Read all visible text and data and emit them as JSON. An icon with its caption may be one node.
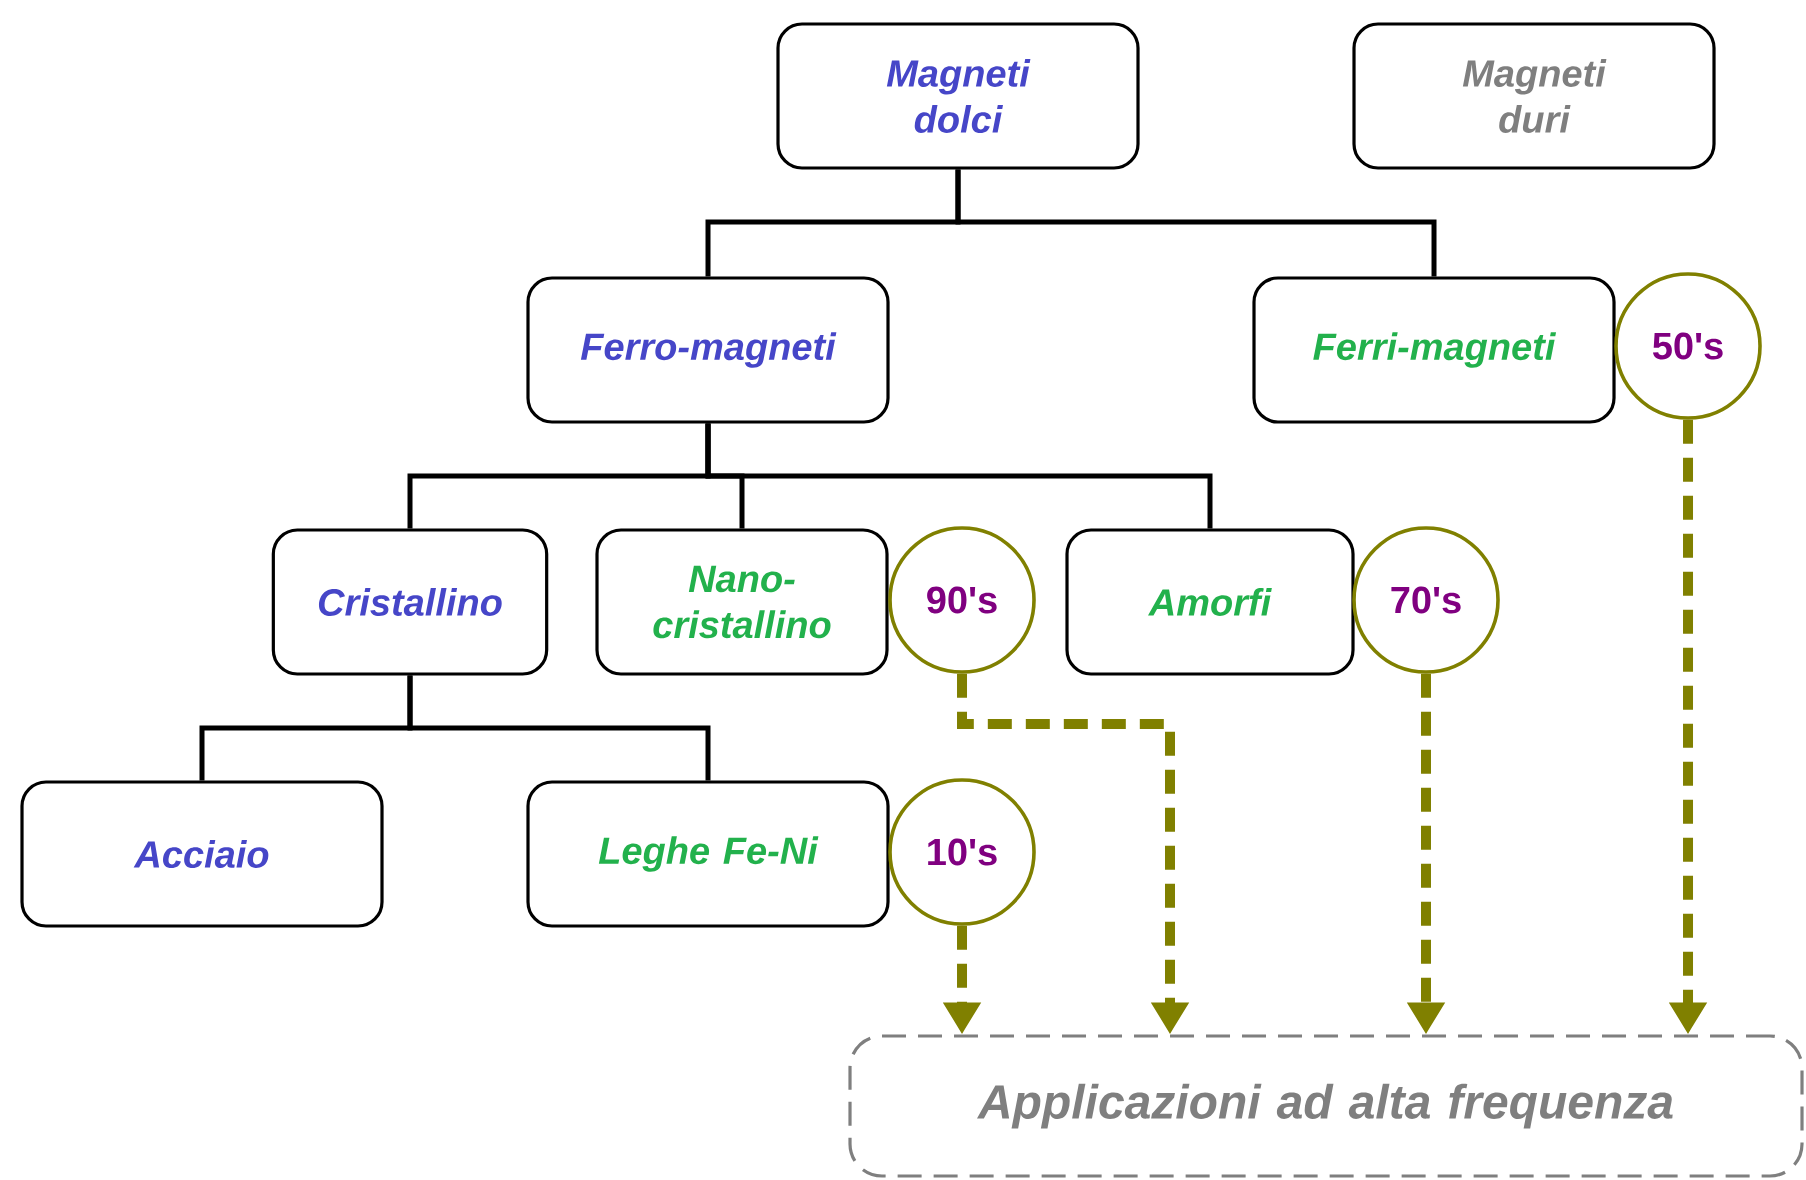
{
  "diagram": {
    "nodes": [
      {
        "text": [
          "Magneti dolci"
        ]
      },
      {
        "text": [
          "Magneti duri"
        ]
      },
      {
        "text": [
          "Ferro-magneti"
        ]
      },
      {
        "text": [
          "Ferri-magneti"
        ]
      },
      {
        "text": [
          "50's"
        ]
      },
      {
        "text": [
          "Cristallino"
        ]
      },
      {
        "text": [
          "Nano-cristallino"
        ]
      },
      {
        "text": [
          "90's"
        ]
      },
      {
        "text": [
          "Amorfi"
        ]
      },
      {
        "text": [
          "70's"
        ]
      },
      {
        "text": [
          "Acciaio"
        ]
      },
      {
        "text": [
          "Leghe Fe-Ni"
        ]
      },
      {
        "text": [
          "10's"
        ]
      },
      {
        "text": [
          "Applicazioni ad alta frequenza"
        ]
      }
    ],
    "edges": [
      {
        "from": 0,
        "to": 2,
        "arrow": "none"
      },
      {
        "from": 0,
        "to": 3,
        "arrow": "none"
      },
      {
        "from": 2,
        "to": 5,
        "arrow": "none"
      },
      {
        "from": 2,
        "to": 6,
        "arrow": "none"
      },
      {
        "from": 2,
        "to": 8,
        "arrow": "none"
      },
      {
        "from": 5,
        "to": 10,
        "arrow": "none"
      },
      {
        "from": 5,
        "to": 11,
        "arrow": "none"
      },
      {
        "from": 12,
        "to": 13,
        "arrow": "to",
        "style": "dashed",
        "color": "#808000"
      },
      {
        "from": 7,
        "to": 13,
        "arrow": "to",
        "style": "dashed",
        "color": "#808000"
      },
      {
        "from": 9,
        "to": 13,
        "arrow": "to",
        "style": "dashed",
        "color": "#808000"
      },
      {
        "from": 4,
        "to": 13,
        "arrow": "to",
        "style": "dashed",
        "color": "#808000"
      }
    ]
  }
}
